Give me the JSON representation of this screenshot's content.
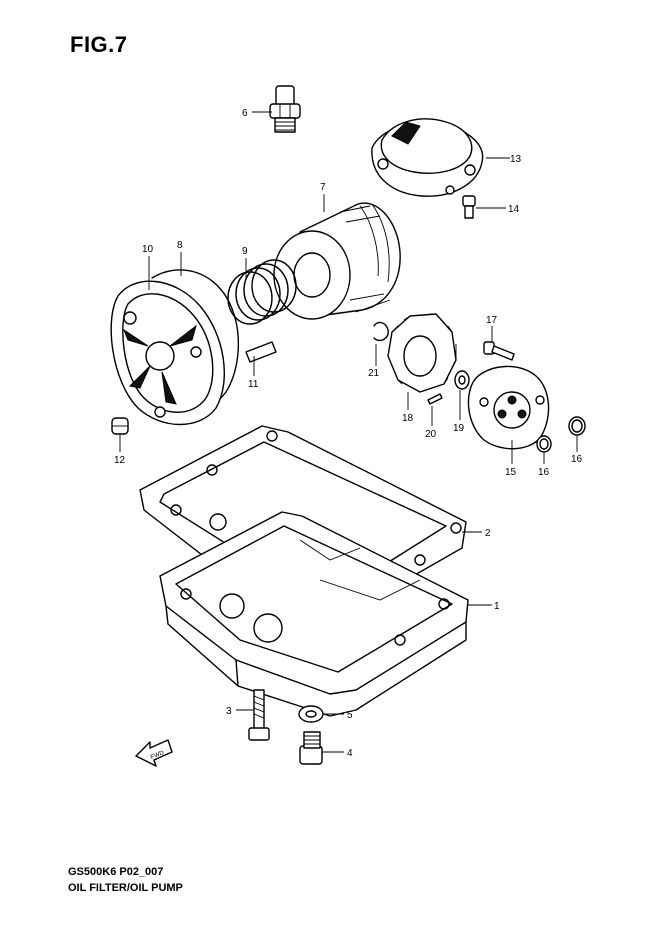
{
  "figure": {
    "title": "FIG.7",
    "model_code": "GS500K6 P02_007",
    "caption": "OIL FILTER/OIL PUMP",
    "direction_marker": "FWD"
  },
  "callouts": {
    "c1": "1",
    "c2": "2",
    "c3": "3",
    "c4": "4",
    "c5": "5",
    "c6": "6",
    "c7": "7",
    "c8": "8",
    "c9": "9",
    "c10": "10",
    "c11": "11",
    "c12": "12",
    "c13": "13",
    "c14": "14",
    "c15": "15",
    "c16a": "16",
    "c16b": "16",
    "c17": "17",
    "c18": "18",
    "c19": "19",
    "c20": "20",
    "c21": "21"
  }
}
